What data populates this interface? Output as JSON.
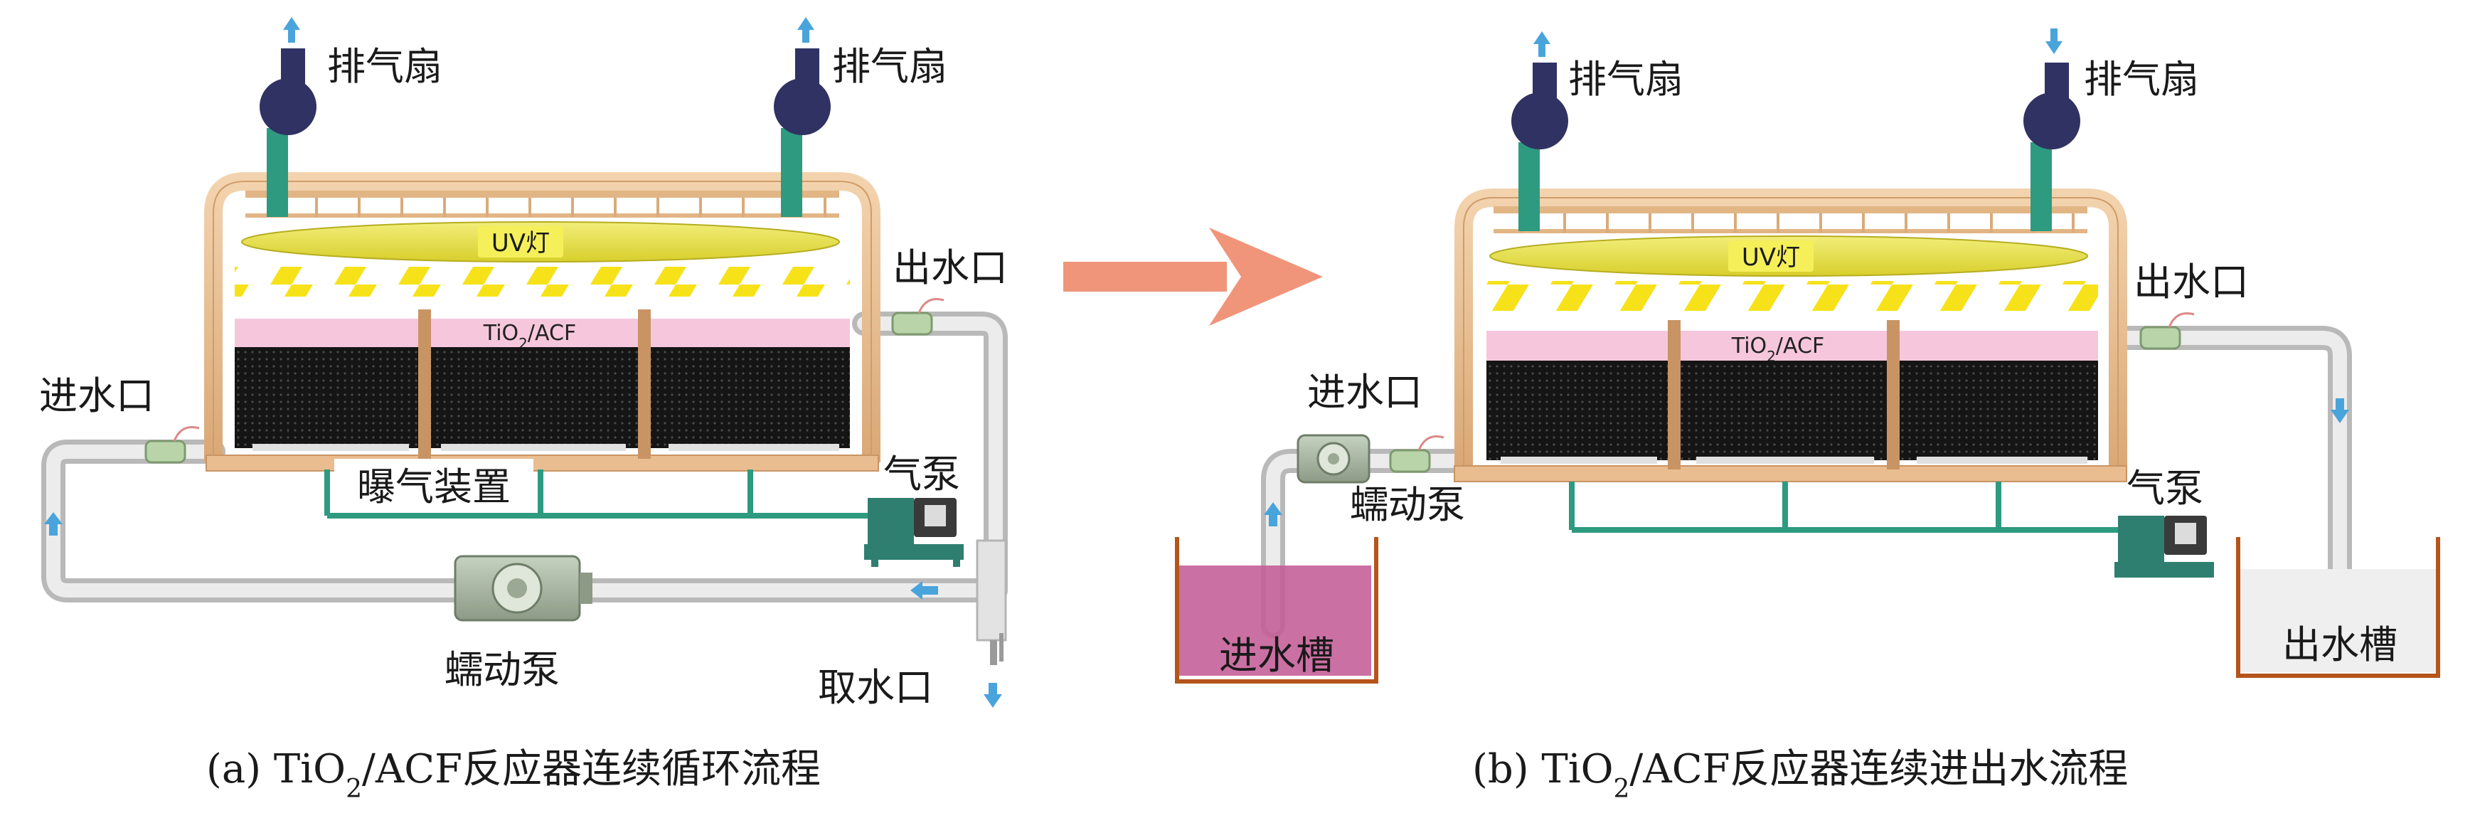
{
  "panel_a": {
    "fan_left_label": "排气扇",
    "fan_right_label": "排气扇",
    "uv_label": "UV灯",
    "filter_label_prefix": "TiO",
    "filter_label_sub": "2",
    "filter_label_suffix": "/ACF",
    "outlet_label": "出水口",
    "inlet_label": "进水口",
    "aerator_label": "曝气装置",
    "air_pump_label": "气泵",
    "peristaltic_pump_label": "蠕动泵",
    "sampling_label": "取水口",
    "caption_prefix": "(a)  TiO",
    "caption_sub": "2",
    "caption_suffix": "/ACF反应器连续循环流程"
  },
  "panel_b": {
    "fan_left_label": "排气扇",
    "fan_right_label": "排气扇",
    "uv_label": "UV灯",
    "filter_label_prefix": "TiO",
    "filter_label_sub": "2",
    "filter_label_suffix": "/ACF",
    "outlet_label": "出水口",
    "inlet_label": "进水口",
    "peristaltic_pump_label": "蠕动泵",
    "air_pump_label": "气泵",
    "inlet_tank_label": "进水槽",
    "outlet_tank_label": "出水槽",
    "caption_prefix": "(b)  TiO",
    "caption_sub": "2",
    "caption_suffix": "/ACF反应器连续进出水流程"
  },
  "colors": {
    "frame": "#eac197",
    "pipe": "#d4d4d4",
    "green_pipe": "#2e9a80",
    "uv_lamp": "#e6e04a",
    "stripe": "#f7e21a",
    "filter_top": "#f6c7dc",
    "acf": "#161616",
    "arrow_big": "#f0957a",
    "flow_arrow": "#4aa4dc",
    "inlet_water": "#c45c96",
    "tank_wall": "#b5551b"
  }
}
